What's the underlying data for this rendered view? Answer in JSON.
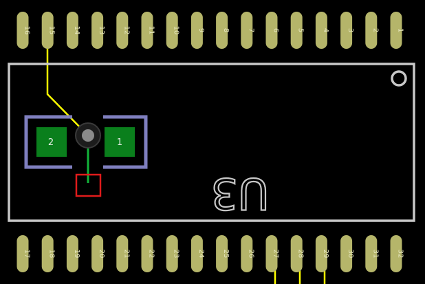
{
  "colors": {
    "background": "#000000",
    "pin_pad": "#b5b56a",
    "pin_text": "#e8e8c0",
    "outline": "#c8c8c8",
    "smd_pad": "#0a7f1c",
    "pad_bracket": "#7f7fbf",
    "via_ring": "#2b2b2b",
    "via_hole": "#8a8a8a",
    "trace_yellow": "#ffff00",
    "trace_green": "#12b33a",
    "marker_red": "#e01b1b"
  },
  "component": {
    "reference": "U3",
    "orientation": "rotated 180 degrees (text mirrored/upside down)",
    "top_pins": [
      "16",
      "15",
      "14",
      "13",
      "12",
      "11",
      "10",
      "9",
      "8",
      "7",
      "6",
      "5",
      "4",
      "3",
      "2",
      "1"
    ],
    "bottom_pins": [
      "17",
      "18",
      "19",
      "20",
      "21",
      "22",
      "23",
      "24",
      "25",
      "26",
      "27",
      "28",
      "29",
      "30",
      "31",
      "32"
    ],
    "pin1_marker": "circle",
    "routed_top_pin": "15",
    "routed_bottom_pins": [
      "27",
      "28",
      "29"
    ]
  },
  "smd_part": {
    "pads": [
      {
        "label": "2",
        "icon": "smd-pad"
      },
      {
        "label": "1",
        "icon": "smd-pad"
      }
    ],
    "via_icon": "via-circle",
    "marker_icon": "red-square-marker"
  }
}
